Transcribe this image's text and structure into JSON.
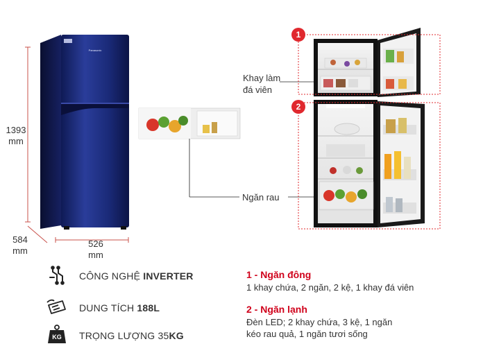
{
  "dimensions": {
    "height_value": "1393",
    "height_unit": "mm",
    "depth_value": "584",
    "depth_unit": "mm",
    "width_value": "526",
    "width_unit": "mm"
  },
  "callouts": {
    "ice_tray": "Khay làm\nđá viên",
    "veg_drawer": "Ngăn rau",
    "badge_1": "1",
    "badge_2": "2"
  },
  "brand_logo": "Panasonic",
  "features": [
    {
      "icon": "inverter-icon",
      "prefix": "CÔNG NGHỆ ",
      "bold": "INVERTER",
      "suffix": ""
    },
    {
      "icon": "capacity-icon",
      "prefix": "DUNG TÍCH ",
      "bold": "188L",
      "suffix": ""
    },
    {
      "icon": "weight-icon",
      "prefix": "TRỌNG LƯỢNG 35",
      "bold": "KG",
      "suffix": "",
      "icon_text": "KG"
    }
  ],
  "sections": [
    {
      "title": "1 - Ngăn đông",
      "desc": "1 khay chứa, 2 ngăn, 2 kệ, 1 khay đá viên"
    },
    {
      "title": "2 - Ngăn lạnh",
      "desc": "Đèn LED; 2 khay chứa, 3 kệ, 1 ngăn\nkéo rau quả, 1 ngăn tươi sống"
    }
  ],
  "colors": {
    "fridge_body": "#1a2a6e",
    "accent_red": "#d0021b",
    "dim_line": "#c8504a"
  }
}
